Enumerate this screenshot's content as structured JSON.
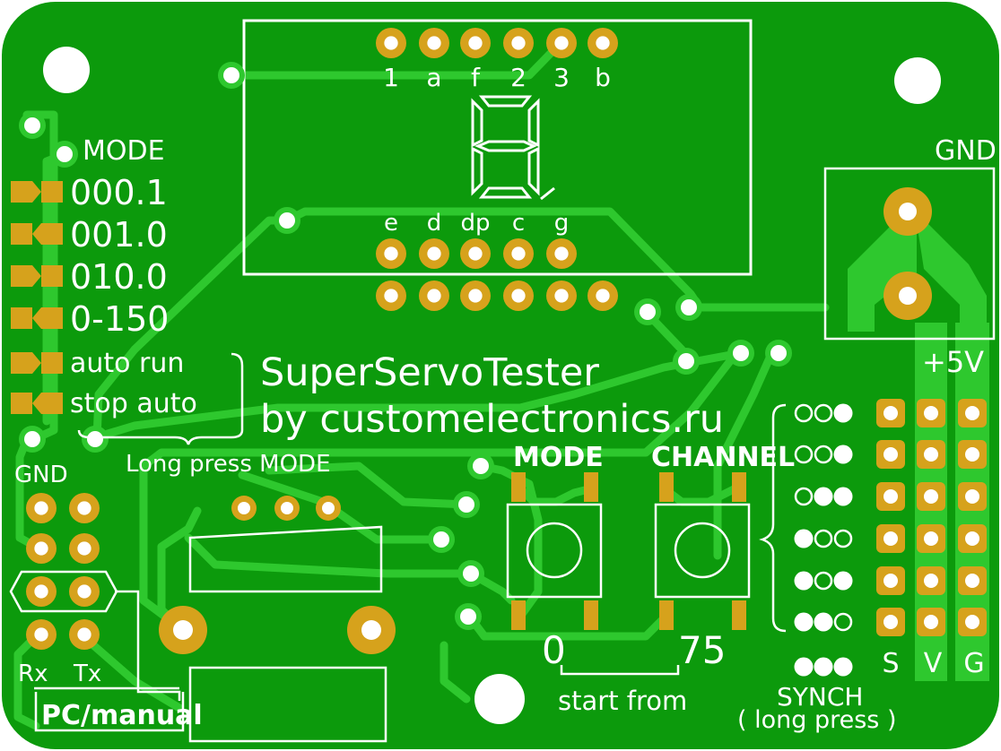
{
  "colors": {
    "board": "#0c9a0c",
    "copper": "#22c422",
    "trace": "#2fd02f",
    "pad": "#d6a21c",
    "silk": "#ffffff"
  },
  "display": {
    "top_pins": [
      "1",
      "a",
      "f",
      "2",
      "3",
      "b"
    ],
    "bottom_pins": [
      "e",
      "d",
      "dp",
      "c",
      "g"
    ]
  },
  "mode": {
    "title": "MODE",
    "items": [
      "000.1",
      "001.0",
      "010.0",
      "0-150",
      "auto run",
      "stop auto"
    ],
    "long_press": "Long press MODE"
  },
  "title": {
    "line1": "SuperServoTester",
    "line2": "by customelectronics.ru"
  },
  "power": {
    "gnd": "GND",
    "plus5v": "+5V"
  },
  "buttons": {
    "mode": "MODE",
    "channel": "CHANNEL"
  },
  "start": {
    "min": "0",
    "max": "75",
    "label": "start from"
  },
  "synch": {
    "line1": "SYNCH",
    "line2": "( long press )"
  },
  "servo_cols": [
    "S",
    "V",
    "G"
  ],
  "uart": {
    "gnd": "GND",
    "rx": "Rx",
    "tx": "Tx",
    "switch": "PC/manual"
  },
  "synch_patterns": [
    "oo●",
    "oo●",
    "o●●",
    "●oo",
    "●o●",
    "●●o",
    "●●●"
  ]
}
